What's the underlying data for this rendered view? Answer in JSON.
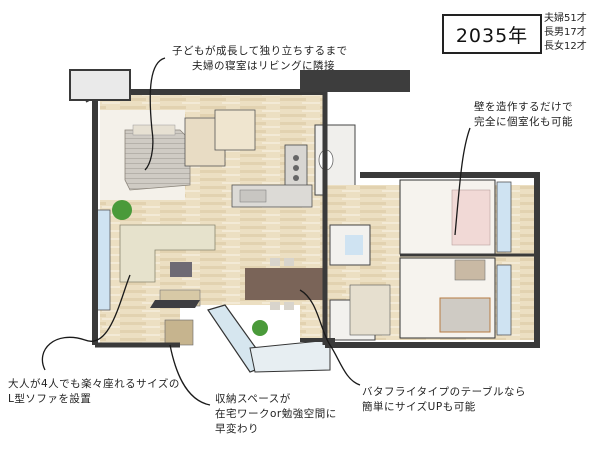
{
  "header": {
    "year": "2035年",
    "family_ages": [
      {
        "label": "夫婦",
        "age": "51才"
      },
      {
        "label": "長男",
        "age": "17才"
      },
      {
        "label": "長女",
        "age": "12才"
      }
    ]
  },
  "annotations": {
    "bedroom": {
      "line1": "子どもが成長して独り立ちするまで",
      "line2": "夫婦の寝室はリビングに隣接"
    },
    "partition": {
      "line1": "壁を造作するだけで",
      "line2": "完全に個室化も可能"
    },
    "sofa": {
      "line1": "大人が4人でも楽々座れるサイズの",
      "line2": "L型ソファを設置"
    },
    "storage": {
      "line1": "収納スペースが",
      "line2": "在宅ワークor勉強空間に",
      "line3": "早変わり"
    },
    "table": {
      "line1": "バタフライタイプのテーブルなら",
      "line2": "簡単にサイズUPも可能"
    }
  },
  "colors": {
    "wall": "#3a3a3a",
    "floor": "#e8dcc0",
    "floor_stripe": "#d9c7a0",
    "table": "#7a6458",
    "sofa": "#e6e2cc",
    "bed_grey": "#c9c6c0",
    "bed_pink": "#f1d9d6",
    "window": "#cfe3f2",
    "plant": "#4a9a3a"
  }
}
